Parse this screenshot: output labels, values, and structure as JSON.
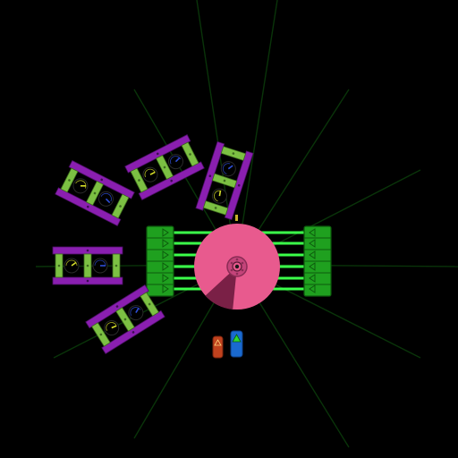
{
  "scene": {
    "background": "#000000",
    "ray_color": "#0b3a0b"
  },
  "colors": {
    "rail_purple": "#8a1fb0",
    "panel_green": "#7cc043",
    "dial_yellow": "#d8e02a",
    "dial_blue": "#2f4fd8",
    "hub_green": "#1fa01f",
    "laser_green": "#3bff4a",
    "core_pink": "#e85a8e",
    "core_sector": "#7a2046",
    "red_token": "#c0421e",
    "blue_token": "#1a6ad0"
  },
  "icons": {
    "hub_slot": "triangle-arrow-icon",
    "core_center": "gear-icon",
    "dial": "gauge-icon",
    "token": "warning-triangle-icon"
  },
  "core": {
    "sector_fraction": 0.12
  },
  "modules": [
    {
      "id": "module-1",
      "dial_yellow_level": 0.35,
      "dial_blue_level": 0.6
    },
    {
      "id": "module-2",
      "dial_yellow_level": 0.5,
      "dial_blue_level": 0.4
    },
    {
      "id": "module-3",
      "dial_yellow_level": 0.45,
      "dial_blue_level": 0.7
    },
    {
      "id": "module-4",
      "dial_yellow_level": 0.3,
      "dial_blue_level": 0.5
    },
    {
      "id": "module-5",
      "dial_yellow_level": 0.55,
      "dial_blue_level": 0.35
    }
  ]
}
